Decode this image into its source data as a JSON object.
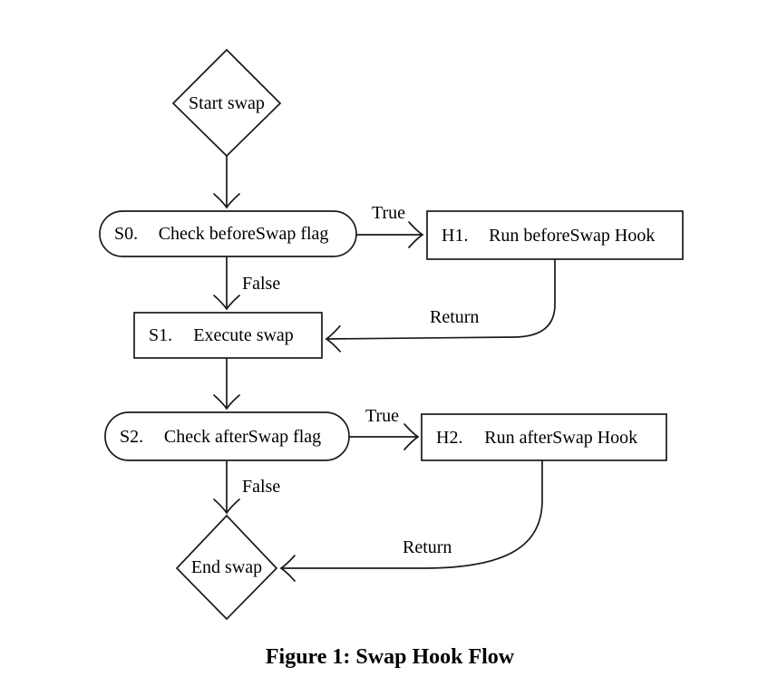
{
  "figure": {
    "caption": "Figure 1: Swap Hook Flow"
  },
  "colors": {
    "background": "#ffffff",
    "stroke": "#1a1a1a",
    "text": "#000000"
  },
  "nodes": {
    "start": {
      "label": "Start swap",
      "shape": "diamond"
    },
    "s0": {
      "id": "S0.",
      "label": "Check beforeSwap flag",
      "shape": "stadium"
    },
    "h1": {
      "id": "H1.",
      "label": "Run beforeSwap Hook",
      "shape": "rect"
    },
    "s1": {
      "id": "S1.",
      "label": "Execute swap",
      "shape": "rect"
    },
    "s2": {
      "id": "S2.",
      "label": "Check afterSwap flag",
      "shape": "stadium"
    },
    "h2": {
      "id": "H2.",
      "label": "Run afterSwap Hook",
      "shape": "rect"
    },
    "end": {
      "label": "End swap",
      "shape": "diamond"
    }
  },
  "edges": [
    {
      "from": "start",
      "to": "s0",
      "label": ""
    },
    {
      "from": "s0",
      "to": "h1",
      "label": "True"
    },
    {
      "from": "s0",
      "to": "s1",
      "label": "False"
    },
    {
      "from": "h1",
      "to": "s1",
      "label": "Return"
    },
    {
      "from": "s1",
      "to": "s2",
      "label": ""
    },
    {
      "from": "s2",
      "to": "h2",
      "label": "True"
    },
    {
      "from": "s2",
      "to": "end",
      "label": "False"
    },
    {
      "from": "h2",
      "to": "end",
      "label": "Return"
    }
  ]
}
